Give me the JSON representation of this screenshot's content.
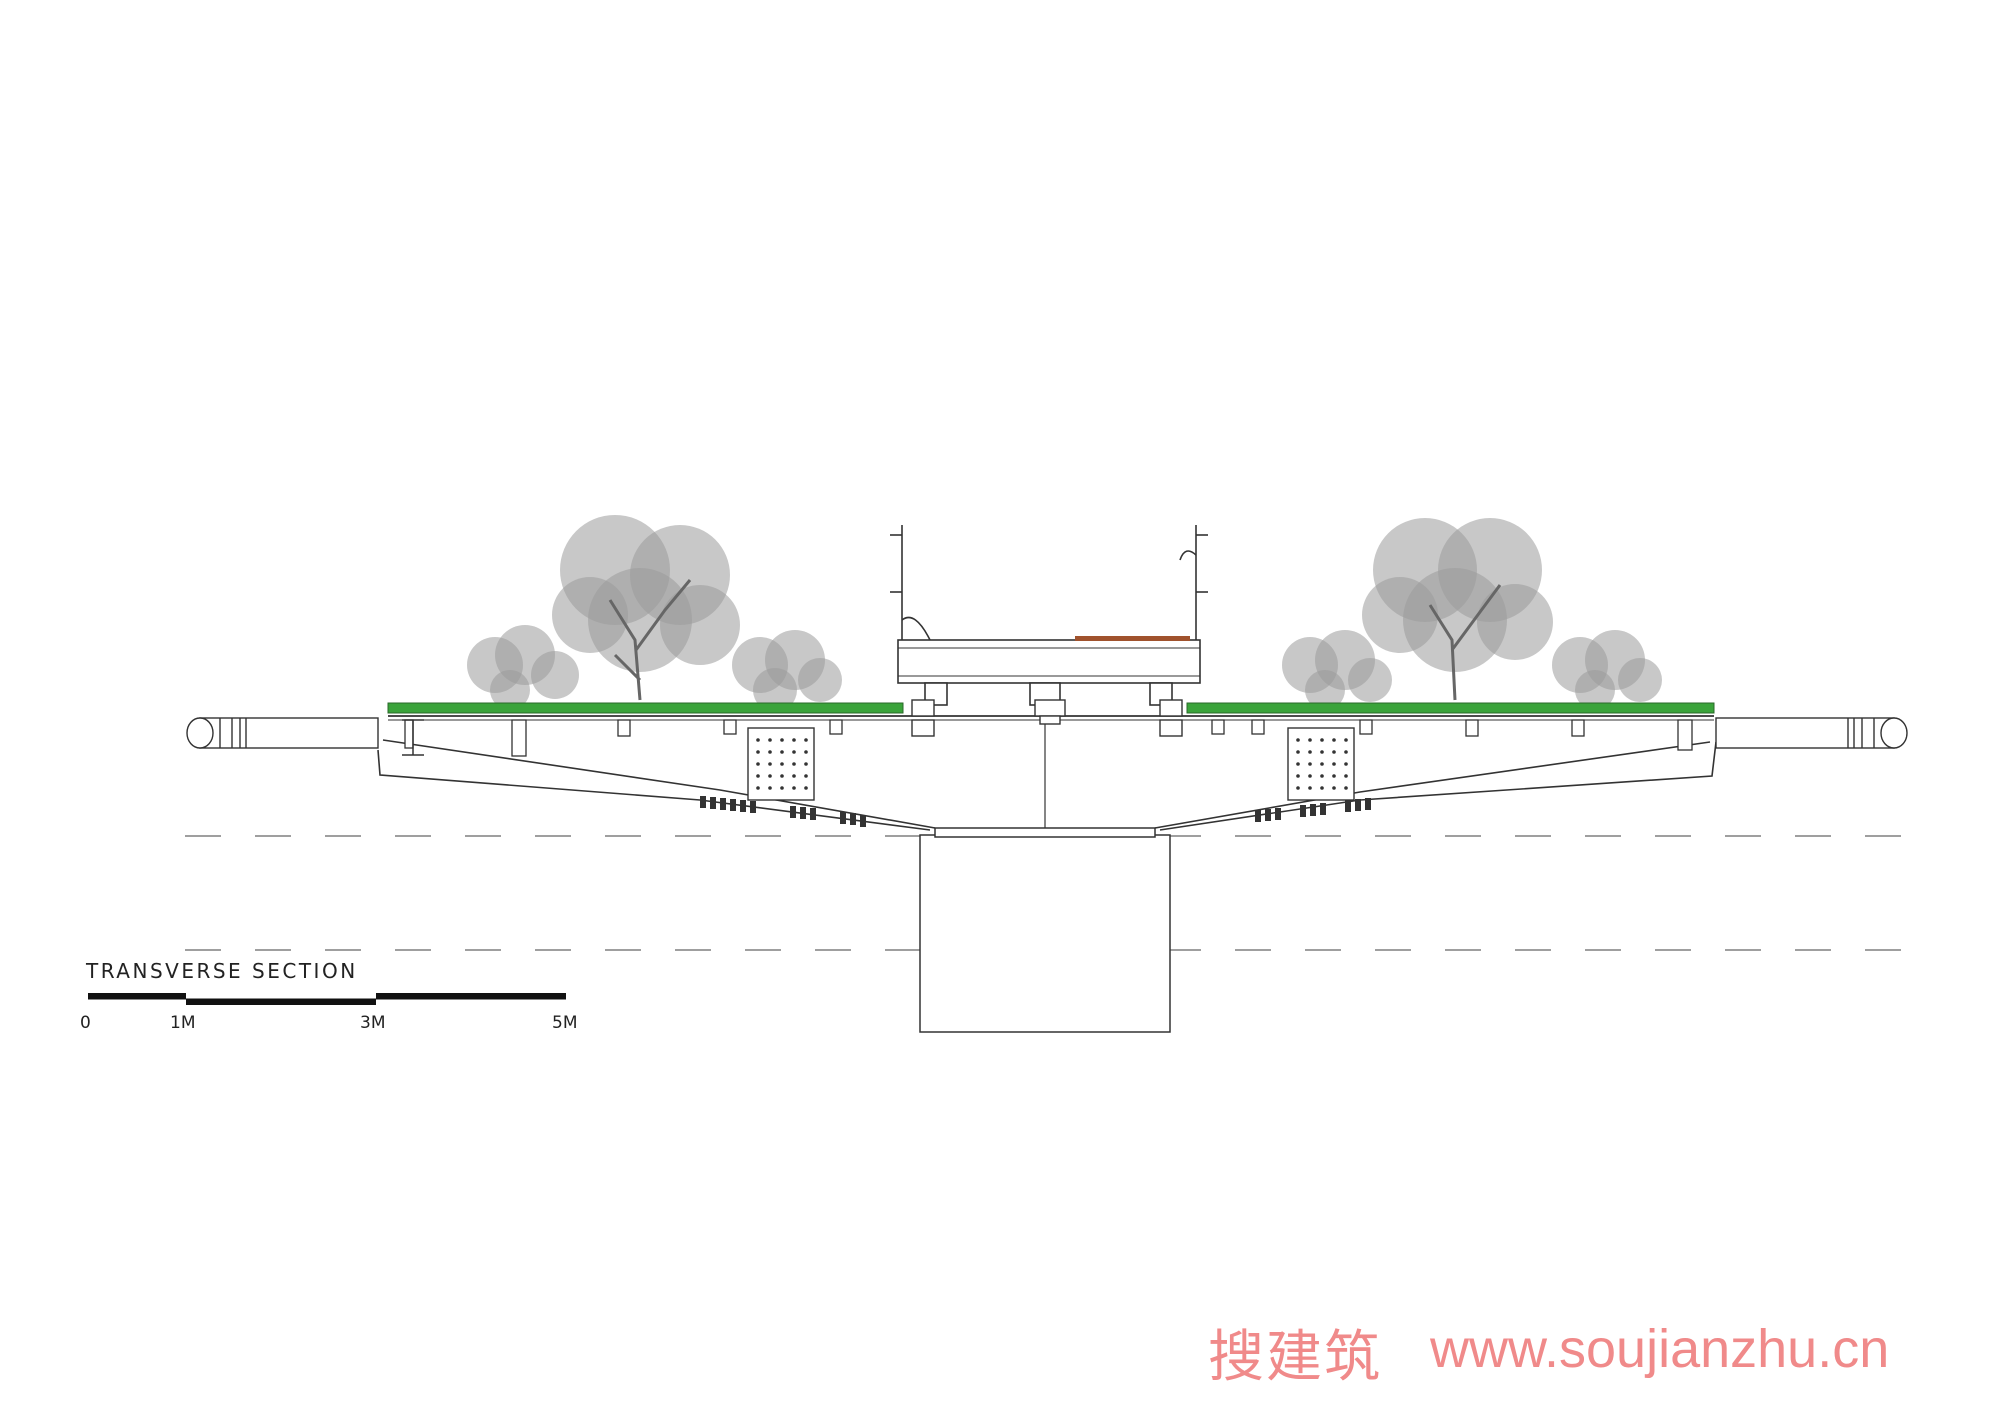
{
  "drawing": {
    "title": "TRANSVERSE SECTION",
    "scale_labels": [
      "0",
      "1M",
      "3M",
      "5M"
    ]
  },
  "watermark": {
    "chinese": "搜建筑",
    "url": "www.soujianzhu.cn"
  },
  "colors": {
    "line": "#333333",
    "grass": "#3aa33a",
    "tree": "#8a8a8a",
    "deck_accent": "#a0522d",
    "watermark": "#f08a8a"
  }
}
